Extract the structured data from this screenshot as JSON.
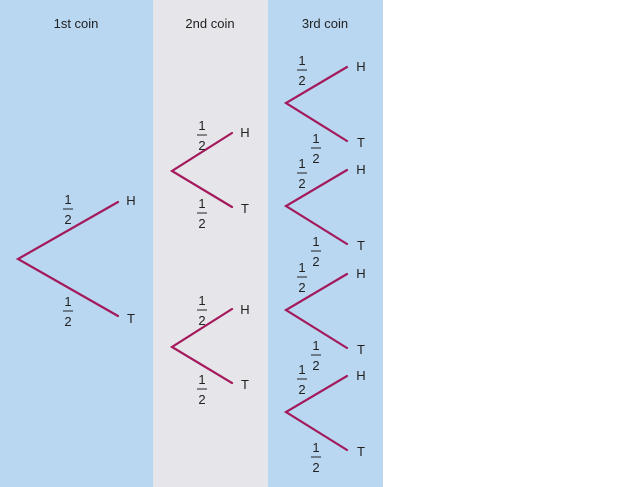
{
  "colors": {
    "column_blue": "#b9d7f0",
    "column_grey": "#e6e5ea",
    "branch": "#a3195b",
    "text": "#222222"
  },
  "columns": [
    {
      "title": "1st coin"
    },
    {
      "title": "2nd coin"
    },
    {
      "title": "3rd coin"
    }
  ],
  "probability": {
    "numerator": "1",
    "denominator": "2"
  },
  "outcomes": {
    "heads": "H",
    "tails": "T"
  }
}
